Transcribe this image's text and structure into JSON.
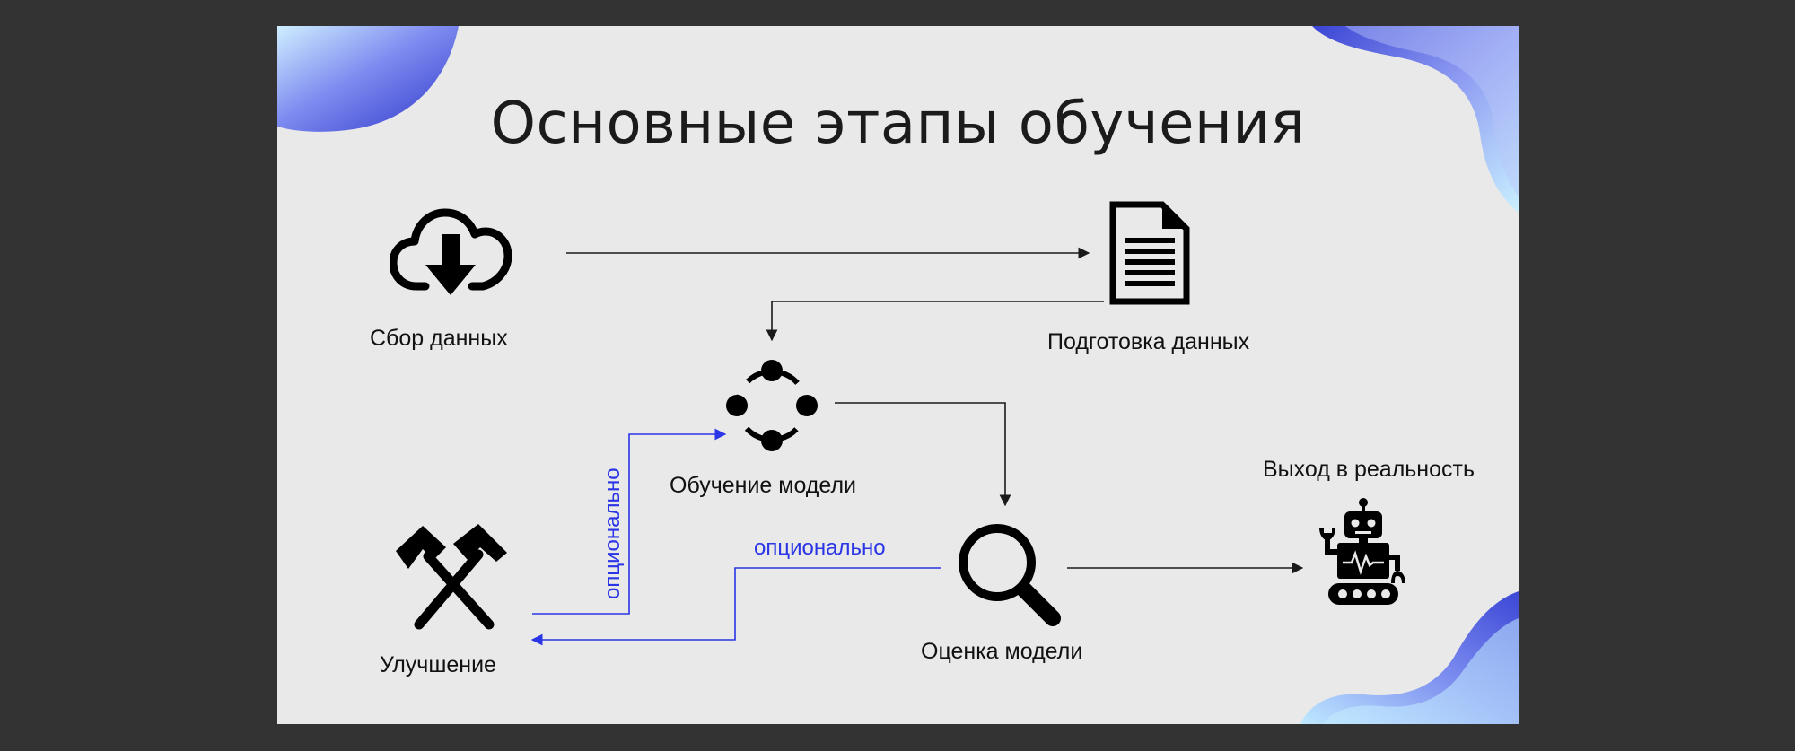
{
  "slide": {
    "title": "Основные этапы обучения"
  },
  "stages": {
    "collect": {
      "label": "Сбор данных",
      "icon": "cloud-download-icon"
    },
    "prepare": {
      "label": "Подготовка данных",
      "icon": "document-icon"
    },
    "train": {
      "label": "Обучение модели",
      "icon": "cycle-nodes-icon"
    },
    "evaluate": {
      "label": "Оценка модели",
      "icon": "magnifier-icon"
    },
    "improve": {
      "label": "Улучшение",
      "icon": "hammers-icon"
    },
    "deploy": {
      "label": "Выход в реальность",
      "icon": "robot-icon"
    }
  },
  "edges": {
    "optional_label_vertical": "опционально",
    "optional_label_horizontal": "опционально"
  },
  "colors": {
    "optional_arrow": "#2a35e6",
    "arrow": "#1a1a1a",
    "accent_gradient_start": "#3a49e0",
    "accent_gradient_end": "#bfe9ff"
  }
}
